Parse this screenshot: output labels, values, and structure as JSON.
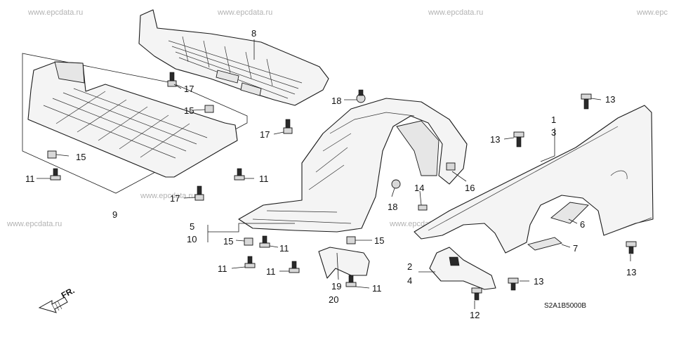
{
  "watermark": "www.epcdata.ru",
  "watermark_edge": "www.epc",
  "diagram_code": "S2A1B5000B",
  "fr_label": "FR.",
  "callouts": {
    "p1": "1",
    "p2": "2",
    "p3": "3",
    "p4": "4",
    "p5": "5",
    "p6": "6",
    "p7": "7",
    "p8": "8",
    "p9": "9",
    "p10": "10",
    "p11": "11",
    "p12": "12",
    "p13": "13",
    "p14": "14",
    "p15": "15",
    "p16": "16",
    "p17": "17",
    "p18": "18",
    "p19": "19",
    "p20": "20"
  }
}
